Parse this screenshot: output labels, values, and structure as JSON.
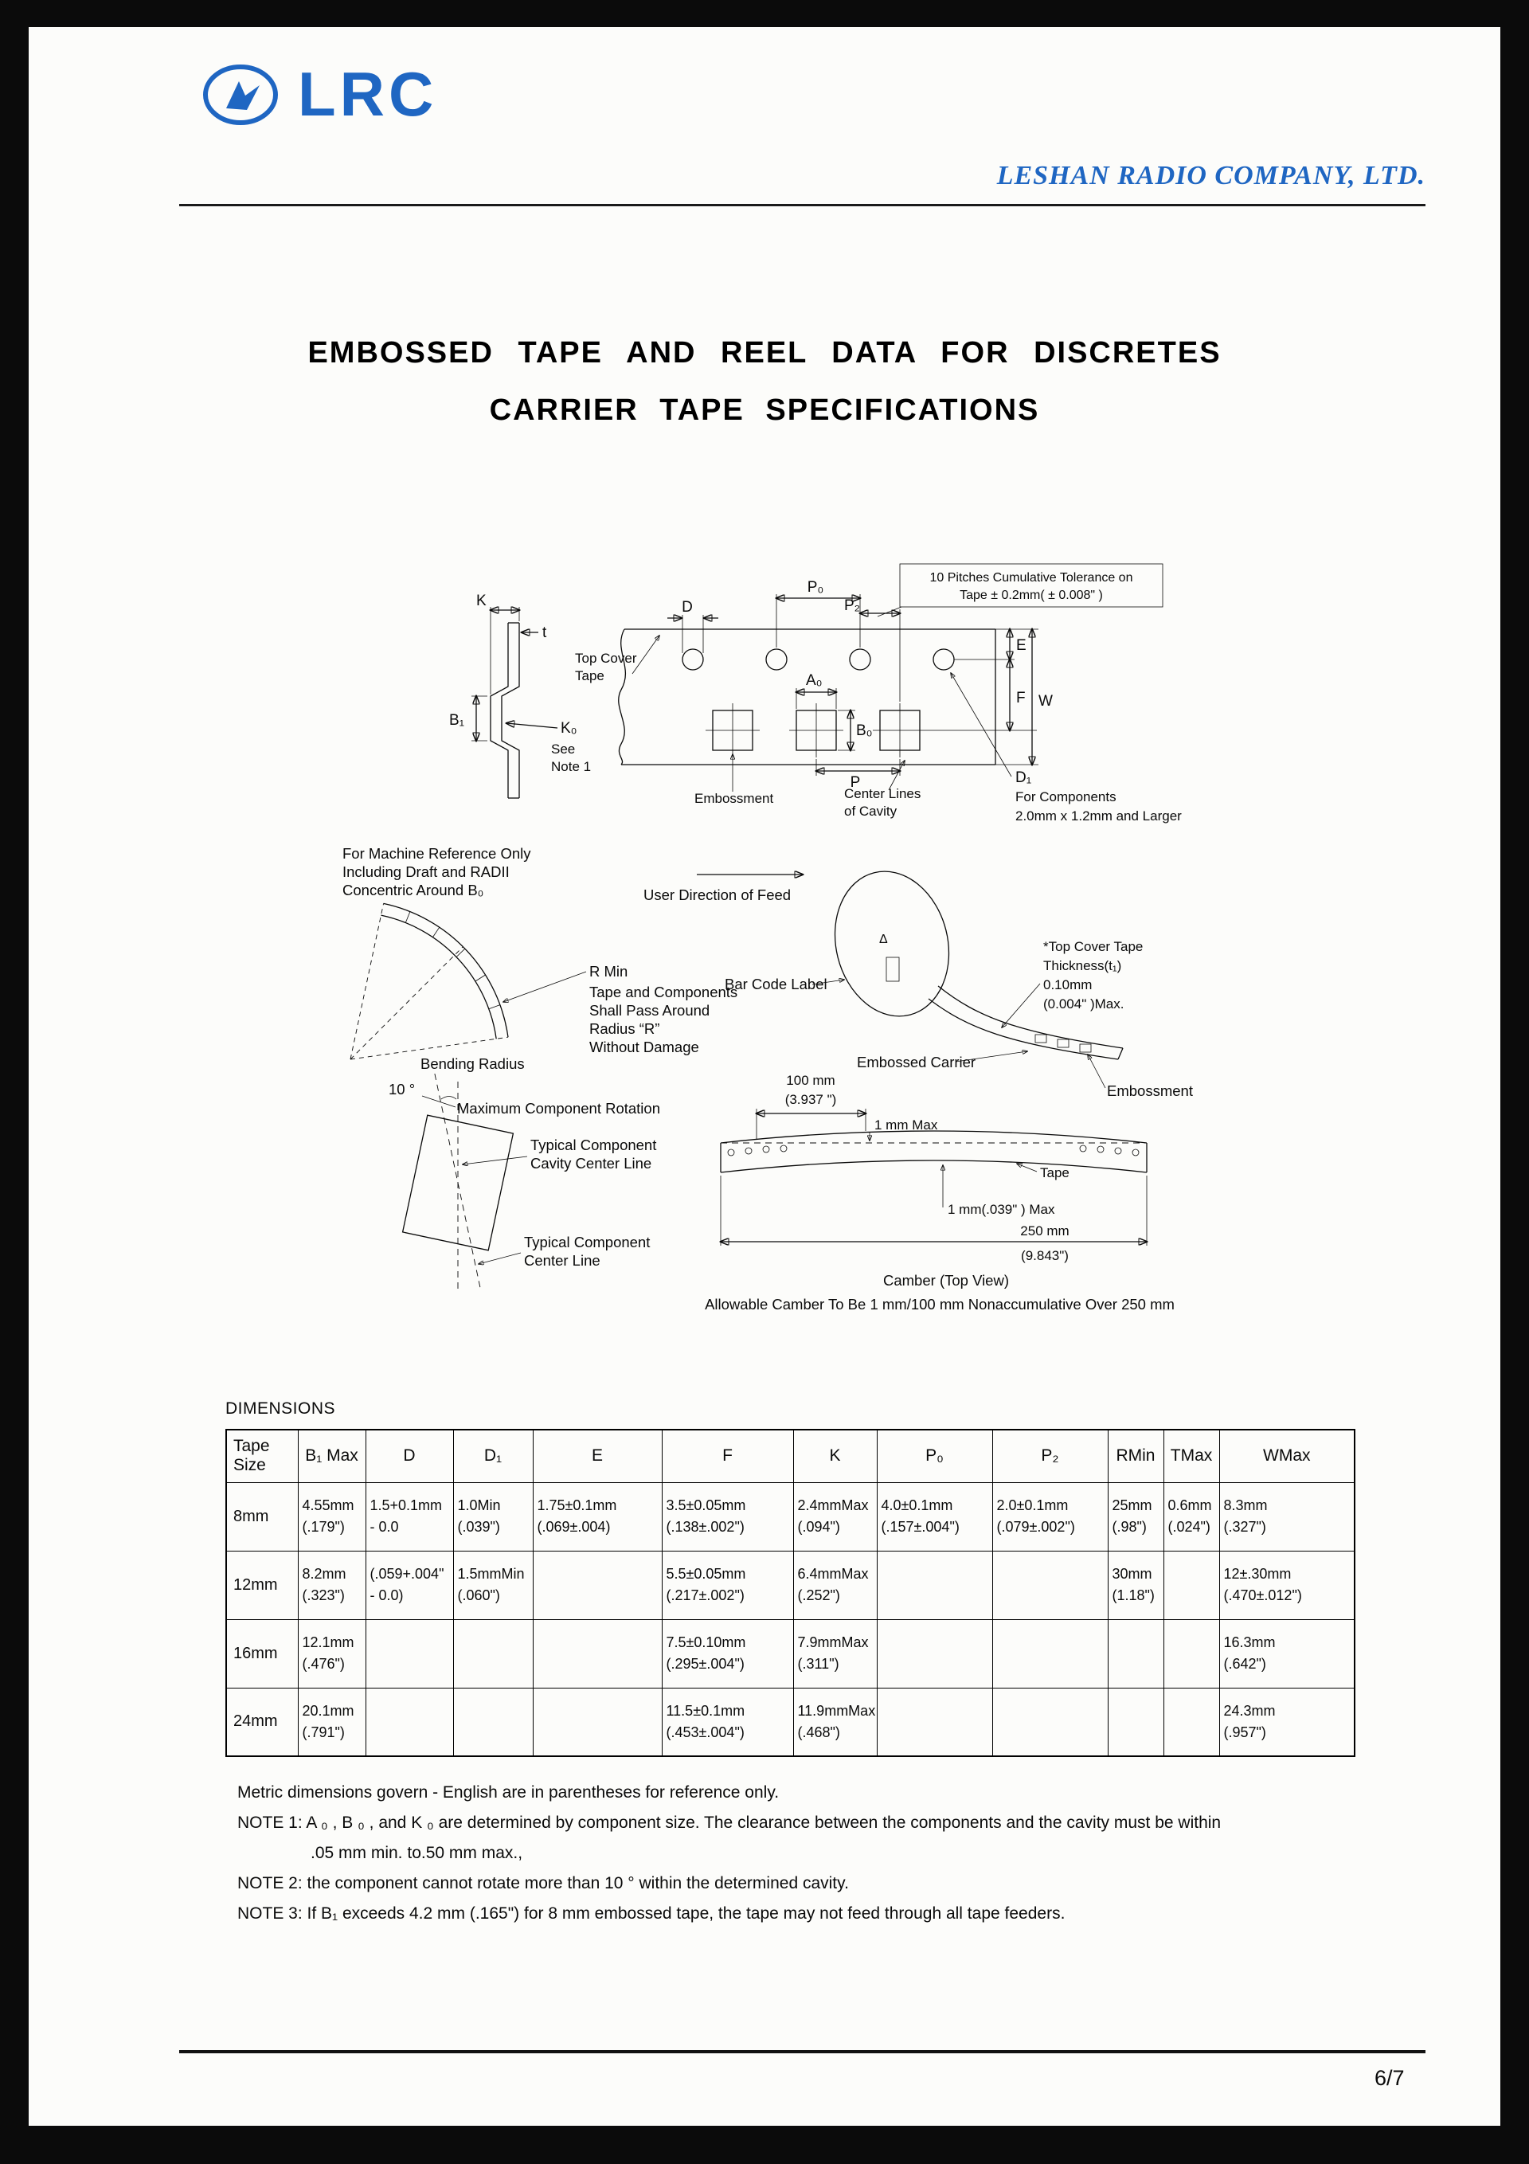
{
  "colors": {
    "brand_blue": "#1f66c2"
  },
  "header": {
    "logo": "LRC",
    "company": "LESHAN RADIO COMPANY, LTD."
  },
  "title": {
    "line1": "EMBOSSED TAPE AND REEL DATA FOR DISCRETES",
    "line2": "CARRIER TAPE SPECIFICATIONS"
  },
  "diagrams": {
    "a": {
      "k": "K",
      "t": "t",
      "d": "D",
      "p0": "P₀",
      "p2": "P₂",
      "tol1": "10 Pitches Cumulative Tolerance on",
      "tol2": "Tape ± 0.2mm( ± 0.008\" )",
      "e": "E",
      "f": "F",
      "w": "W",
      "top_cover1": "Top Cover",
      "top_cover2": "Tape",
      "a0": "A₀",
      "b0": "B₀",
      "b1": "B₁",
      "k0": "K₀",
      "see1": "See",
      "see2": "Note 1",
      "p": "P",
      "embossment": "Embossment",
      "center1": "Center Lines",
      "center2": "of Cavity",
      "d1": "D₁",
      "comp1": "For Components",
      "comp2": "2.0mm x 1.2mm and Larger"
    },
    "b": {
      "ref1": "For Machine Reference Only",
      "ref2": "Including Draft and RADII",
      "ref3": "Concentric Around B₀",
      "rmin": "R Min",
      "pass1": "Tape and Components",
      "pass2": "Shall Pass Around",
      "pass3": "Radius “R”",
      "pass4": "Without Damage",
      "bending": "Bending Radius",
      "deg": "10 °",
      "rotation": "Maximum Component Rotation",
      "cavity1": "Typical Component",
      "cavity2": "Cavity Center Line",
      "centerl1": "Typical Component",
      "centerl2": "Center Line"
    },
    "c": {
      "feed": "User Direction of Feed",
      "barcode": "Bar Code Label",
      "delta": "Δ",
      "cover1": "*Top Cover Tape",
      "cover2": "Thickness(t₁)",
      "cover3": "0.10mm",
      "cover4": "(0.004\" )Max.",
      "carrier": "Embossed Carrier",
      "embossment": "Embossment",
      "mm100a": "100 mm",
      "mm100b": "(3.937 \")",
      "mm1": "1 mm Max",
      "tape": "Tape",
      "mm1b": "1 mm(.039\" ) Max",
      "mm250a": "250 mm",
      "mm250b": "(9.843\")",
      "camber": "Camber (Top View)",
      "allow": "Allowable Camber To Be 1 mm/100 mm Nonaccumulative Over 250 mm"
    }
  },
  "table": {
    "heading": "DIMENSIONS",
    "headers": [
      "Tape\nSize",
      "B₁ Max",
      "D",
      "D₁",
      "E",
      "F",
      "K",
      "P₀",
      "P₂",
      "RMin",
      "TMax",
      "WMax"
    ],
    "rows": [
      {
        "size": "8mm",
        "cells": [
          [
            "4.55mm",
            "(.179\")"
          ],
          [
            "1.5+0.1mm",
            "- 0.0"
          ],
          [
            "1.0Min",
            "(.039\")"
          ],
          [
            "1.75±0.1mm",
            "(.069±.004)"
          ],
          [
            "3.5±0.05mm",
            "(.138±.002\")"
          ],
          [
            "2.4mmMax",
            "(.094\")"
          ],
          [
            "4.0±0.1mm",
            "(.157±.004\")"
          ],
          [
            "2.0±0.1mm",
            "(.079±.002\")"
          ],
          [
            "25mm",
            "(.98\")"
          ],
          [
            "0.6mm",
            "(.024\")"
          ],
          [
            "8.3mm",
            "(.327\")"
          ]
        ]
      },
      {
        "size": "12mm",
        "cells": [
          [
            "8.2mm",
            "(.323\")"
          ],
          [
            "(.059+.004\"",
            "- 0.0)"
          ],
          [
            "1.5mmMin",
            "(.060\")"
          ],
          [
            "",
            ""
          ],
          [
            "5.5±0.05mm",
            "(.217±.002\")"
          ],
          [
            "6.4mmMax",
            "(.252\")"
          ],
          [
            "",
            ""
          ],
          [
            "",
            ""
          ],
          [
            "30mm",
            "(1.18\")"
          ],
          [
            "",
            ""
          ],
          [
            "12±.30mm",
            "(.470±.012\")"
          ]
        ]
      },
      {
        "size": "16mm",
        "cells": [
          [
            "12.1mm",
            "(.476\")"
          ],
          [
            "",
            ""
          ],
          [
            "",
            ""
          ],
          [
            "",
            ""
          ],
          [
            "7.5±0.10mm",
            "(.295±.004\")"
          ],
          [
            "7.9mmMax",
            "(.311\")"
          ],
          [
            "",
            ""
          ],
          [
            "",
            ""
          ],
          [
            "",
            ""
          ],
          [
            "",
            ""
          ],
          [
            "16.3mm",
            "(.642\")"
          ]
        ]
      },
      {
        "size": "24mm",
        "cells": [
          [
            "20.1mm",
            "(.791\")"
          ],
          [
            "",
            ""
          ],
          [
            "",
            ""
          ],
          [
            "",
            ""
          ],
          [
            "11.5±0.1mm",
            "(.453±.004\")"
          ],
          [
            "11.9mmMax",
            "(.468\")"
          ],
          [
            "",
            ""
          ],
          [
            "",
            ""
          ],
          [
            "",
            ""
          ],
          [
            "",
            ""
          ],
          [
            "24.3mm",
            "(.957\")"
          ]
        ]
      }
    ]
  },
  "notes": [
    "Metric dimensions govern - English are in parentheses for reference only.",
    "NOTE 1: A ₀ , B ₀ , and K ₀ are determined by component size. The clearance between the components and the cavity must be within",
    ".05 mm min. to.50 mm max.,",
    "NOTE 2: the component cannot rotate more than 10 ° within the determined cavity.",
    "NOTE 3: If B₁ exceeds 4.2 mm (.165\") for 8 mm embossed tape, the tape may not feed through all tape feeders."
  ],
  "footer": {
    "page": "6/7"
  }
}
